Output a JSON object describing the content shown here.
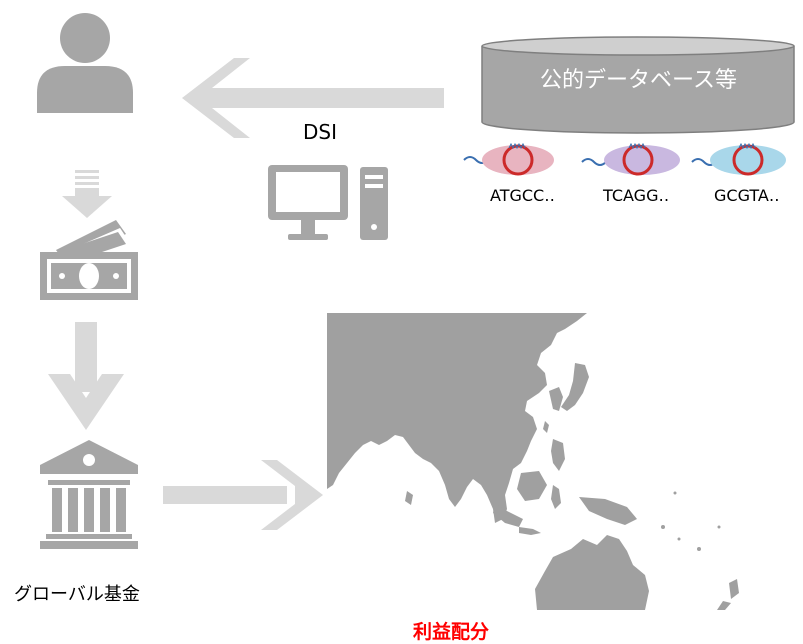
{
  "database": {
    "label": "公的データベース等"
  },
  "flow": {
    "dsi_label": "DSI"
  },
  "sequences": [
    {
      "text": "ATGCC‥",
      "color": "#e8b4c0"
    },
    {
      "text": "TCAGG‥",
      "color": "#c9b8e0"
    },
    {
      "text": "GCGTA‥",
      "color": "#a9d7ea"
    }
  ],
  "fund": {
    "label": "グローバル基金"
  },
  "benefit": {
    "label": "利益配分",
    "color": "#ff0000"
  },
  "colors": {
    "icon_gray": "#a6a6a6",
    "arrow_gray": "#d9d9d9",
    "map_gray": "#a0a0a0",
    "plasmid_ring": "#cc2a2a"
  },
  "icons": [
    "user-icon",
    "computer-icon",
    "money-icon",
    "bank-icon",
    "world-map",
    "database-cylinder",
    "plasmid-icon"
  ]
}
